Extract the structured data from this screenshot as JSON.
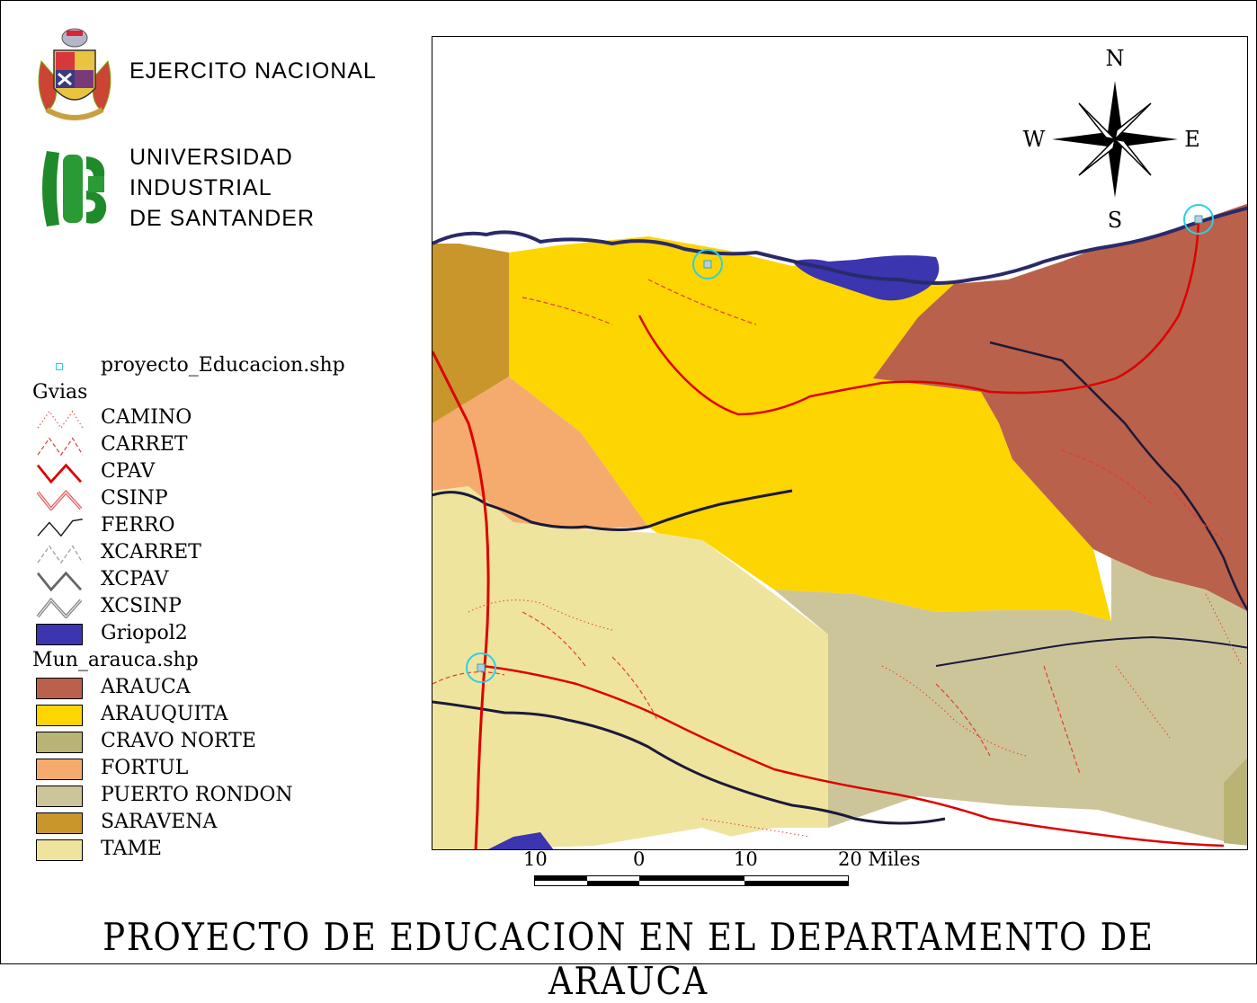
{
  "header": {
    "org1": "EJERCITO NACIONAL",
    "org2_lines": [
      "UNIVERSIDAD",
      "INDUSTRIAL",
      "DE SANTANDER"
    ],
    "logo1_icon": "army-coat-of-arms-icon",
    "logo2_icon": "uis-logo-icon"
  },
  "legend": {
    "point_layer": "proyecto_Educacion.shp",
    "roads_title": "Gvias",
    "roads": [
      {
        "label": "CAMINO",
        "color": "#e33b3b"
      },
      {
        "label": "CARRET",
        "color": "#e33b3b"
      },
      {
        "label": "CPAV",
        "color": "#dd0000"
      },
      {
        "label": "CSINP",
        "color": "#e36a6a"
      },
      {
        "label": "FERRO",
        "color": "#111111"
      },
      {
        "label": "XCARRET",
        "color": "#9a9a9a"
      },
      {
        "label": "XCPAV",
        "color": "#666666"
      },
      {
        "label": "XCSINP",
        "color": "#888888"
      }
    ],
    "water": {
      "label": "Griopol2",
      "color": "#3c35b0"
    },
    "muni_title": "Mun_arauca.shp",
    "municipalities": [
      {
        "label": "ARAUCA",
        "color": "#b9614a"
      },
      {
        "label": "ARAUQUITA",
        "color": "#fdd500"
      },
      {
        "label": "CRAVO NORTE",
        "color": "#b9b476"
      },
      {
        "label": "FORTUL",
        "color": "#f6ab6e"
      },
      {
        "label": "PUERTO RONDON",
        "color": "#cdc59a"
      },
      {
        "label": "SARAVENA",
        "color": "#c8962a"
      },
      {
        "label": "TAME",
        "color": "#efe49e"
      }
    ]
  },
  "compass": {
    "n": "N",
    "s": "S",
    "e": "E",
    "w": "W",
    "icon": "north-arrow-icon"
  },
  "scale": {
    "labels": [
      "10",
      "0",
      "10",
      "20 Miles"
    ]
  },
  "title": "PROYECTO DE EDUCACION EN EL DEPARTAMENTO DE ARAUCA"
}
